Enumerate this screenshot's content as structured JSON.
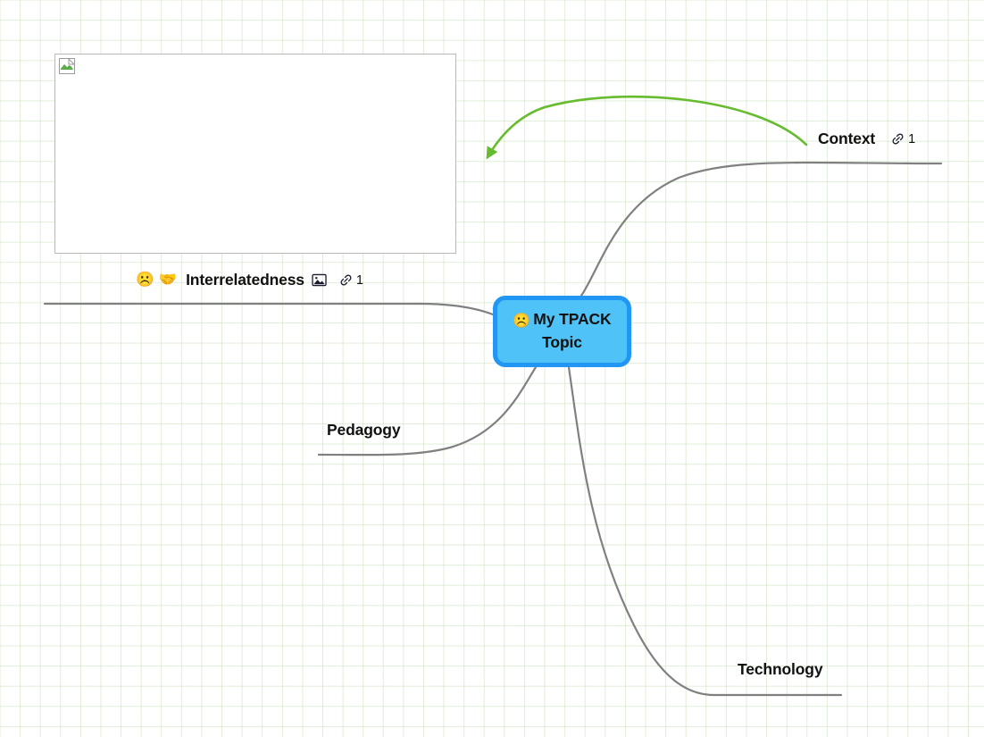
{
  "app": {
    "title": "Mind Map Canvas",
    "background": "#ffffff",
    "grid_color": "#c8deba"
  },
  "root": {
    "emoji": "☹️",
    "emoji_name": "frowning-face-emoji",
    "label": "My TPACK Topic",
    "fill_color": "#4fc3f7",
    "border_color": "#2196f3"
  },
  "branches": [
    {
      "id": "interrelatedness",
      "label": "Interrelatedness",
      "emojis": [
        {
          "glyph": "☹️",
          "name": "frowning-face-emoji"
        },
        {
          "glyph": "🤝",
          "name": "handshake-emoji"
        }
      ],
      "has_image_icon": true,
      "link_count": "1",
      "line_color": "#808080"
    },
    {
      "id": "context",
      "label": "Context",
      "emojis": [],
      "has_image_icon": false,
      "link_count": "1",
      "line_color": "#808080"
    },
    {
      "id": "pedagogy",
      "label": "Pedagogy",
      "emojis": [],
      "has_image_icon": false,
      "link_count": null,
      "line_color": "#808080"
    },
    {
      "id": "technology",
      "label": "Technology",
      "emojis": [],
      "has_image_icon": false,
      "link_count": null,
      "line_color": "#808080"
    }
  ],
  "relation_arrow": {
    "name": "context-to-interrelatedness-arrow",
    "color": "#66bb2e"
  },
  "attachment": {
    "name": "broken-image-placeholder",
    "alt": "",
    "border_color": "#b9b9b9"
  }
}
